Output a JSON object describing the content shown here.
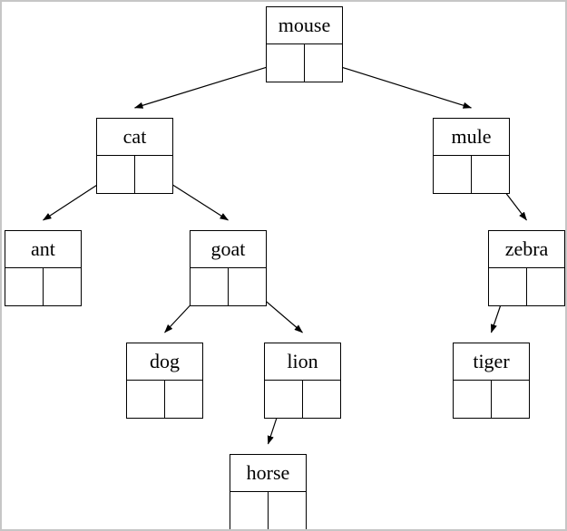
{
  "diagram": {
    "type": "binary-search-tree",
    "nodes": [
      {
        "id": "mouse",
        "label": "mouse"
      },
      {
        "id": "cat",
        "label": "cat"
      },
      {
        "id": "mule",
        "label": "mule"
      },
      {
        "id": "ant",
        "label": "ant"
      },
      {
        "id": "goat",
        "label": "goat"
      },
      {
        "id": "zebra",
        "label": "zebra"
      },
      {
        "id": "dog",
        "label": "dog"
      },
      {
        "id": "lion",
        "label": "lion"
      },
      {
        "id": "tiger",
        "label": "tiger"
      },
      {
        "id": "horse",
        "label": "horse"
      }
    ],
    "edges": [
      {
        "from": "mouse",
        "port": "left",
        "to": "cat"
      },
      {
        "from": "mouse",
        "port": "right",
        "to": "mule"
      },
      {
        "from": "cat",
        "port": "left",
        "to": "ant"
      },
      {
        "from": "cat",
        "port": "right",
        "to": "goat"
      },
      {
        "from": "mule",
        "port": "right",
        "to": "zebra"
      },
      {
        "from": "goat",
        "port": "left",
        "to": "dog"
      },
      {
        "from": "goat",
        "port": "right",
        "to": "lion"
      },
      {
        "from": "zebra",
        "port": "left",
        "to": "tiger"
      },
      {
        "from": "lion",
        "port": "left",
        "to": "horse"
      }
    ],
    "colors": {
      "line": "#000000",
      "background": "#ffffff",
      "frame": "#c6c6c6"
    }
  }
}
